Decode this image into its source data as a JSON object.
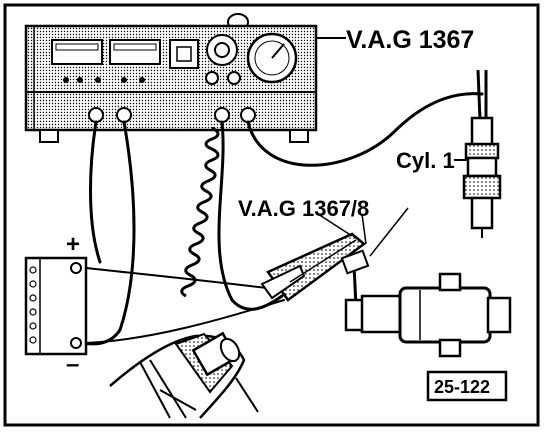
{
  "labels": {
    "tester": "V.A.G 1367",
    "adapter": "V.A.G 1367/8",
    "cylinder": "Cyl. 1",
    "plus": "+",
    "minus": "–",
    "figure_id": "25-122"
  }
}
